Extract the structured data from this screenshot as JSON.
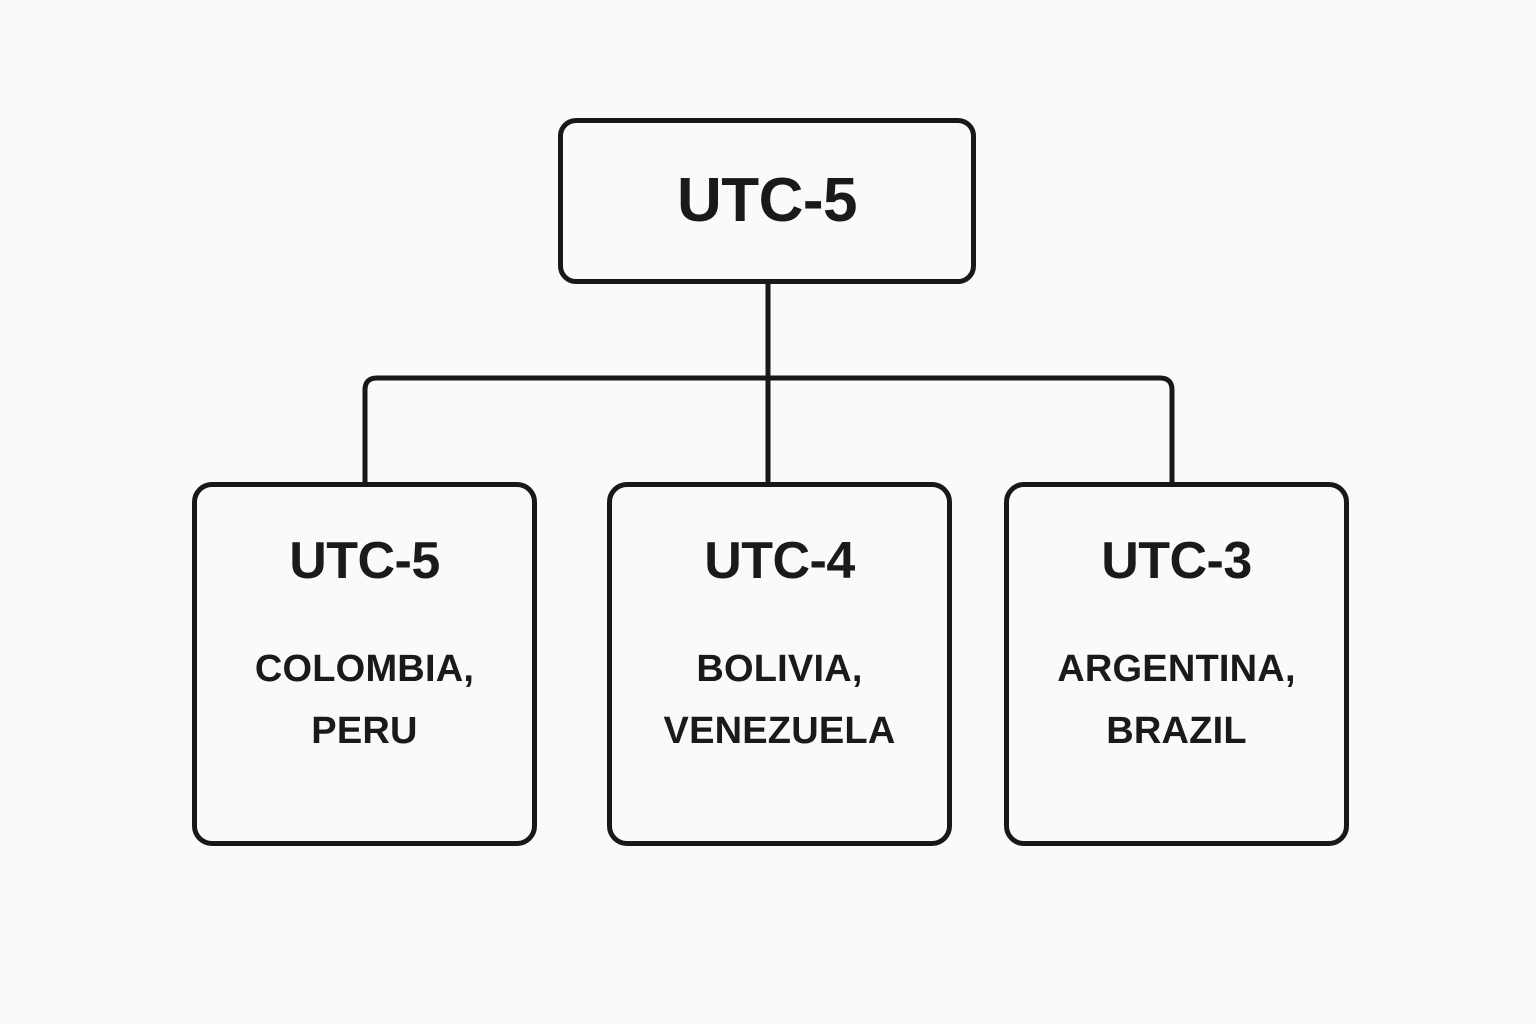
{
  "diagram": {
    "type": "hierarchy-tree",
    "title": "UTC-5",
    "colors": {
      "background": "#fafaf8",
      "stroke": "#17181a",
      "text": "#1a1a1c"
    },
    "root": {
      "label": "UTC-5"
    },
    "children": [
      {
        "label": "UTC-5",
        "countries": "COLOMBIA, PERU"
      },
      {
        "label": "UTC-4",
        "countries": "BOLIVIA, VENEZUELA"
      },
      {
        "label": "UTC-3",
        "countries": "ARGENTINA, BRAZIL"
      }
    ]
  }
}
